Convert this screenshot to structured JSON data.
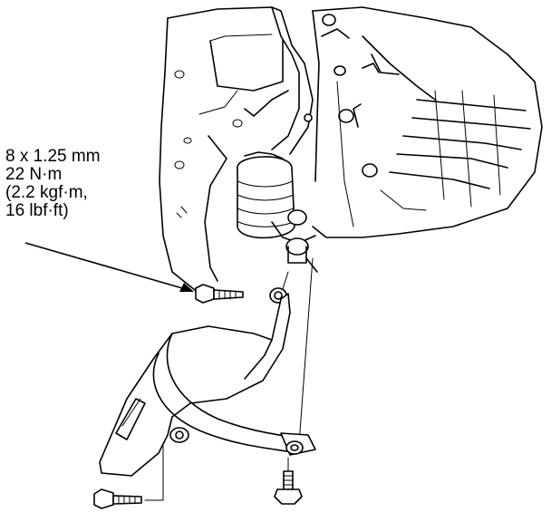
{
  "callout": {
    "bolt_spec": "8 x 1.25 mm",
    "torque_nm": "22 N·m",
    "torque_kgfm": "(2.2 kgf·m,",
    "torque_lbfft": "16 lbf·ft)"
  },
  "parts": [
    "upper-bolt-icon",
    "lower-left-bolt-icon",
    "lower-center-bolt-icon",
    "splash-shield-icon",
    "engine-block-icon",
    "cv-boot-icon",
    "transmission-icon"
  ]
}
